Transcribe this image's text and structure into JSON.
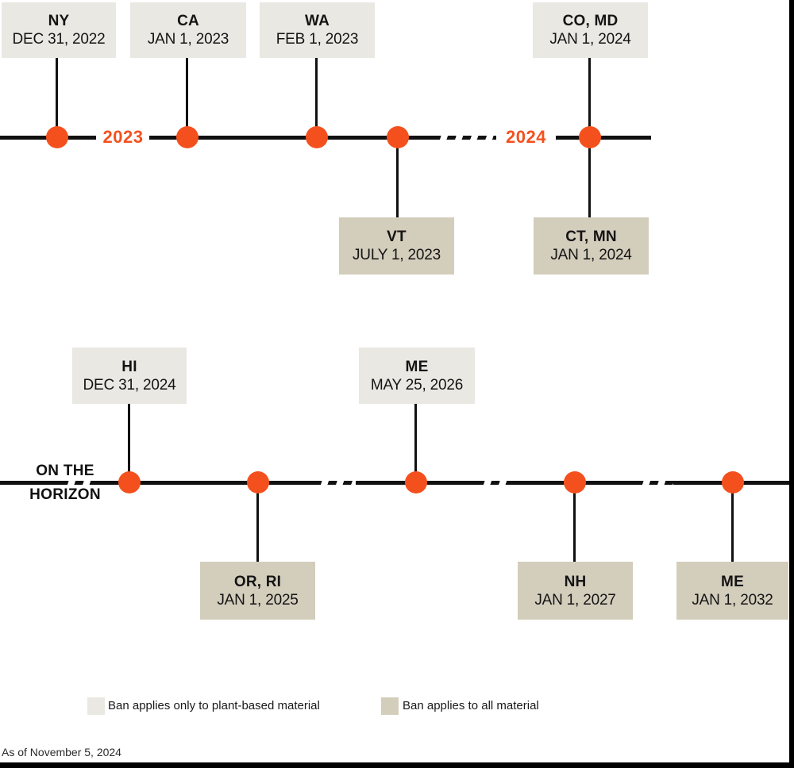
{
  "colors": {
    "accent_orange": "#f4501e",
    "line_black": "#111111",
    "box_light": "#eae8e2",
    "box_dark": "#d3cdbc",
    "background": "#ffffff"
  },
  "chart_data": {
    "type": "timeline",
    "layout": "two horizontal timelines with event boxes above and below the line, orange node dots, dashed gaps for time skips",
    "timelines": [
      {
        "name": "enacted",
        "year_labels": [
          "2023",
          "2024"
        ],
        "events": [
          {
            "state": "NY",
            "date": "DEC 31, 2022",
            "ban_scope": "plant-based",
            "side": "above"
          },
          {
            "state": "CA",
            "date": "JAN 1, 2023",
            "ban_scope": "plant-based",
            "side": "above"
          },
          {
            "state": "WA",
            "date": "FEB 1, 2023",
            "ban_scope": "plant-based",
            "side": "above"
          },
          {
            "state": "VT",
            "date": "JULY 1, 2023",
            "ban_scope": "all",
            "side": "below"
          },
          {
            "state": "CO, MD",
            "date": "JAN 1, 2024",
            "ban_scope": "plant-based",
            "side": "above"
          },
          {
            "state": "CT, MN",
            "date": "JAN 1, 2024",
            "ban_scope": "all",
            "side": "below"
          }
        ]
      },
      {
        "name": "on_the_horizon",
        "label_line1": "ON THE",
        "label_line2": "HORIZON",
        "events": [
          {
            "state": "HI",
            "date": "DEC 31, 2024",
            "ban_scope": "plant-based",
            "side": "above"
          },
          {
            "state": "OR, RI",
            "date": "JAN 1, 2025",
            "ban_scope": "all",
            "side": "below"
          },
          {
            "state": "ME",
            "date": "MAY 25, 2026",
            "ban_scope": "plant-based",
            "side": "above"
          },
          {
            "state": "NH",
            "date": "JAN 1, 2027",
            "ban_scope": "all",
            "side": "below"
          },
          {
            "state": "ME",
            "date": "JAN 1, 2032",
            "ban_scope": "all",
            "side": "below"
          }
        ]
      }
    ],
    "legend": {
      "items": [
        {
          "label": "Ban applies only to plant-based material",
          "swatch_color": "#eae8e2"
        },
        {
          "label": "Ban applies to all material",
          "swatch_color": "#d3cdbc"
        }
      ],
      "position": "bottom"
    }
  },
  "footer": {
    "as_of": "As of November 5, 2024"
  }
}
